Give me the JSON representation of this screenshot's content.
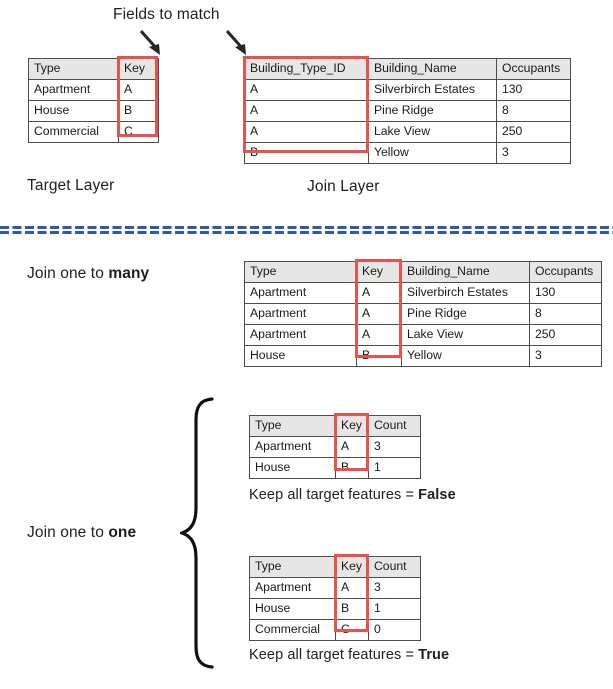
{
  "annotations": {
    "fields_to_match": "Fields to match",
    "target_layer": "Target Layer",
    "join_layer": "Join Layer",
    "join_one_to_many_prefix": "Join one to ",
    "join_one_to_many_emphasis": "many",
    "join_one_to_one_prefix": "Join one to ",
    "join_one_to_one_emphasis": "one",
    "keep_false_prefix": "Keep all target features = ",
    "keep_false_emphasis": "False",
    "keep_true_prefix": "Keep all target features = ",
    "keep_true_emphasis": "True"
  },
  "colors": {
    "highlight_red": "#e8524a",
    "header_gray": "#e6e6e6",
    "grid_line": "#4d4d4d",
    "divider_blue": "#2e5ba6",
    "arrow_dark": "#262626",
    "text": "#1f1f1f"
  },
  "icons": {
    "arrow_left": "down-right-arrow-icon",
    "arrow_right": "down-right-arrow-icon",
    "brace": "curly-brace-icon",
    "divider": "dashed-double-line-icon"
  },
  "target_table": {
    "name": "target-layer-table",
    "columns": [
      "Type",
      "Key"
    ],
    "highlight_column_index": 1,
    "rows": [
      [
        "Apartment",
        "A"
      ],
      [
        "House",
        "B"
      ],
      [
        "Commercial",
        "C"
      ]
    ]
  },
  "join_table": {
    "name": "join-layer-table",
    "columns": [
      "Building_Type_ID",
      "Building_Name",
      "Occupants"
    ],
    "highlight_column_index": 0,
    "rows": [
      [
        "A",
        "Silverbirch Estates",
        "130"
      ],
      [
        "A",
        "Pine Ridge",
        "8"
      ],
      [
        "A",
        "Lake View",
        "250"
      ],
      [
        "B",
        "Yellow",
        "3"
      ]
    ]
  },
  "one_to_many_table": {
    "name": "join-one-to-many-result-table",
    "columns": [
      "Type",
      "Key",
      "Building_Name",
      "Occupants"
    ],
    "highlight_column_index": 1,
    "rows": [
      [
        "Apartment",
        "A",
        "Silverbirch Estates",
        "130"
      ],
      [
        "Apartment",
        "A",
        "Pine Ridge",
        "8"
      ],
      [
        "Apartment",
        "A",
        "Lake View",
        "250"
      ],
      [
        "House",
        "B",
        "Yellow",
        "3"
      ]
    ]
  },
  "one_to_one_false_table": {
    "name": "join-one-to-one-false-table",
    "columns": [
      "Type",
      "Key",
      "Count"
    ],
    "highlight_column_index": 1,
    "rows": [
      [
        "Apartment",
        "A",
        "3"
      ],
      [
        "House",
        "B",
        "1"
      ]
    ]
  },
  "one_to_one_true_table": {
    "name": "join-one-to-one-true-table",
    "columns": [
      "Type",
      "Key",
      "Count"
    ],
    "highlight_column_index": 1,
    "rows": [
      [
        "Apartment",
        "A",
        "3"
      ],
      [
        "House",
        "B",
        "1"
      ],
      [
        "Commercial",
        "C",
        "0"
      ]
    ]
  }
}
